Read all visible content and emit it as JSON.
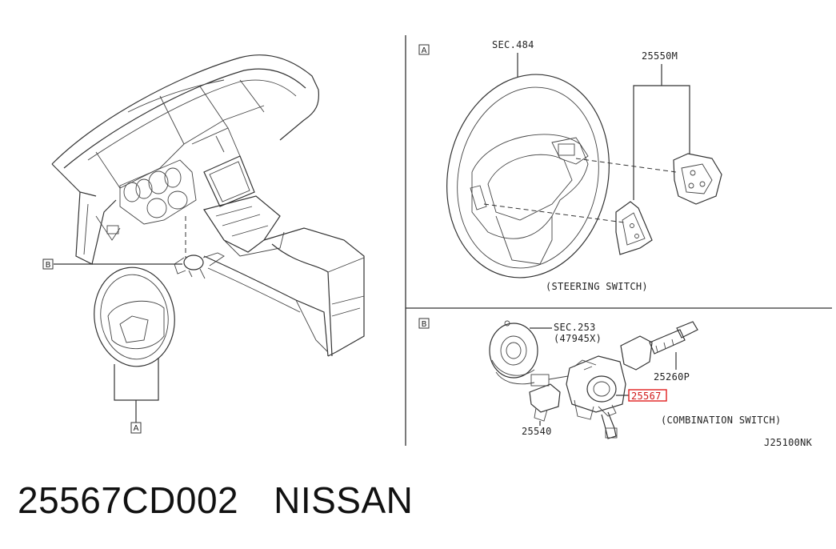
{
  "labels": {
    "section_a_box": "A",
    "section_b_box": "B",
    "left_b_box": "B",
    "left_a_box": "A",
    "sec484": "SEC.484",
    "p25550m": "25550M",
    "steering_switch": "(STEERING SWITCH)",
    "sec253": "SEC.253",
    "p47945x": "(47945X)",
    "p25260p": "25260P",
    "p25567": "25567",
    "combination_switch": "(COMBINATION SWITCH)",
    "p25540": "25540",
    "diagram_code": "J25100NK"
  },
  "footer": {
    "part_number": "25567CD002",
    "brand": "NISSAN"
  },
  "colors": {
    "highlight": "#e02020",
    "line": "#333333"
  }
}
